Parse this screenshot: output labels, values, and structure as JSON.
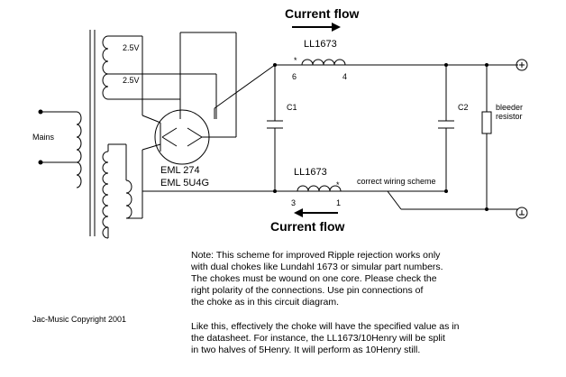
{
  "current_flow_top": "Current flow",
  "current_flow_bottom": "Current flow",
  "choke_top": {
    "name": "LL1673",
    "pin_left": "6",
    "pin_right": "4",
    "star": "*"
  },
  "choke_bottom": {
    "name": "LL1673",
    "pin_left": "3",
    "pin_right": "1",
    "star": "*"
  },
  "transformer": {
    "winding1": "2.5V",
    "winding2": "2.5V",
    "primary": "Mains"
  },
  "rectifier": {
    "line1": "EML 274",
    "line2": "EML 5U4G"
  },
  "c1": "C1",
  "c2": "C2",
  "bleeder": {
    "line1": "bleeder",
    "line2": "resistor"
  },
  "correct_wiring": "correct wiring scheme",
  "copyright": "Jac-Music   Copyright 2001",
  "note_para1": [
    "Note:  This scheme for improved Ripple rejection works only",
    "with dual chokes like Lundahl 1673 or simular part numbers.",
    "The chokes must be wound on one core.    Please check the",
    "right polarity of the connections.     Use pin connections of",
    "the choke as in this circuit diagram."
  ],
  "note_para2": [
    "Like this, effectively  the choke will have the specified value as in",
    "the datasheet.    For instance,  the LL1673/10Henry  will be split",
    "in two halves of 5Henry.   It will perform as 10Henry still."
  ],
  "colors": {
    "line": "#000000",
    "background": "#ffffff"
  }
}
